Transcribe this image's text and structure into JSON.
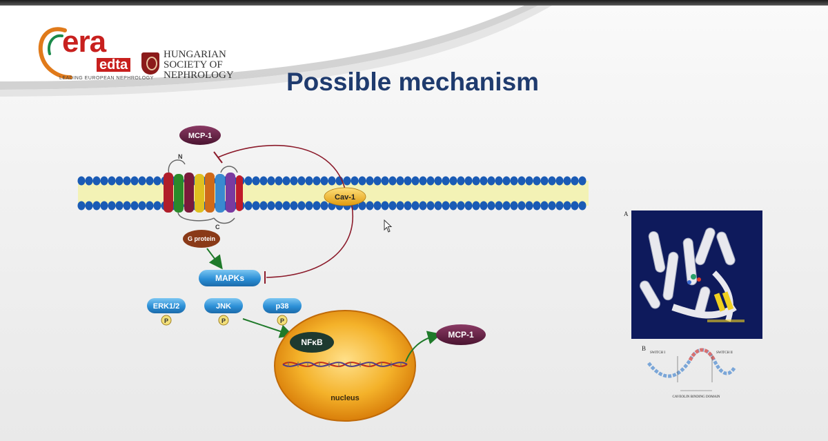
{
  "header": {
    "era_logo_main": "era",
    "era_logo_sub": "edta",
    "era_logo_tagline": "LEADING EUROPEAN NEPHROLOGY",
    "hungarian_society_lines": "HUNGARIAN\nSOCIETY OF\nNEPHROLOGY"
  },
  "slide": {
    "title": "Possible mechanism"
  },
  "diagram": {
    "receptor_n_terminal": "N",
    "receptor_c_terminal": "C",
    "mcp1_top_label": "MCP-1",
    "cav1_label": "Cav-1",
    "g_protein_label": "G protein",
    "mapks_label": "MAPKs",
    "erk_label": "ERK1/2",
    "jnk_label": "JNK",
    "p38_label": "p38",
    "phospho_label": "P",
    "nfkb_label": "NFκB",
    "mcp1_output_label": "MCP-1",
    "nucleus_label": "nucleus"
  },
  "protein_figure": {
    "panel_a_label": "A",
    "panel_b_label": "B",
    "switch_1_label": "SWITCH I",
    "switch_2_label": "SWITCH II",
    "caveolin_binding_domain_label": "CAVEOLIN BINDING DOMAIN"
  },
  "colors": {
    "title": "#1f3b6e",
    "membrane_head": "#1a5bb5",
    "membrane_core": "#f3f2b5",
    "inhibition_line": "#8b1a2a",
    "activation_arrow": "#1f7a2a",
    "mapk_pill": "#2b8fd6",
    "cav1_pill": "#f0b020",
    "nucleus": "#f0a020",
    "mcp1_oval": "#5a1e3e",
    "protein_panel_bg": "#0e1a5c"
  }
}
